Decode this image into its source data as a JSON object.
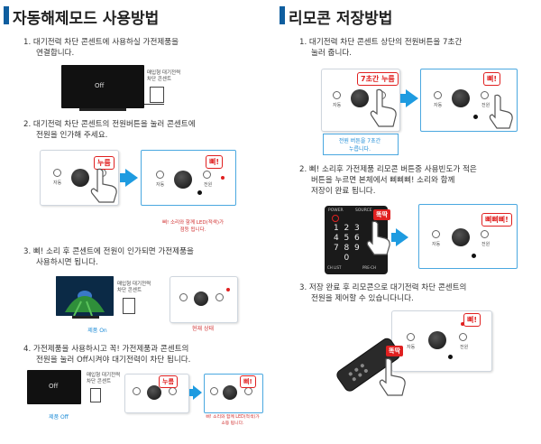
{
  "left": {
    "title": "자동해제모드 사용방법",
    "step1": {
      "line1": "1. 대기전력 차단 콘센트에 사용하실 가전제품을",
      "line2": "연결합니다.",
      "tv_text": "Off",
      "label_l1": "매입형 대기전력",
      "label_l2": "차단 콘센트"
    },
    "step2": {
      "line1": "2. 대기전력 차단 콘센트의 전원버튼을 눌러 콘센트에",
      "line2": "전원을 인가해 주세요.",
      "bubble_press": "누름",
      "bubble_beep": "삐!",
      "cap_l1": "삐! 소리와 함께 LED(적색)가",
      "cap_l2": "점등 됩니다.",
      "lbl_auto": "자동",
      "lbl_power": "전원"
    },
    "step3": {
      "line1": "3. 삐! 소리 후 콘센트에 전원이 인가되면 가전제품을",
      "line2": "사용하시면 됩니다.",
      "label_l1": "매입형 대기전력",
      "label_l2": "차단 콘센트",
      "cap_product": "제품 On",
      "cap_state": "현재 상태"
    },
    "step4": {
      "line1": "4. 가전제품을 사용하시고 꼭! 가전제품과 콘센트의",
      "line2": "전원을 눌러 Off시켜야 대기전력이 차단 됩니다.",
      "tv_text": "Off",
      "label_l1": "매입형 대기전력",
      "label_l2": "차단 콘센트",
      "cap_product": "제품 Off",
      "bubble_press": "누름",
      "bubble_beep": "삐!",
      "cap_l1": "삐! 소리와 함께 LED(적색)가",
      "cap_l2": "소등 됩니다."
    }
  },
  "right": {
    "title": "리모콘 저장방법",
    "step1": {
      "line1": "1. 대기전력 차단 콘센트 상단의 전원버튼을 7초간",
      "line2": "눌러 줍니다.",
      "bubble_press": "7초간 누름",
      "bubble_beep": "삐!",
      "cap_l1": "전원 버튼을 7초간",
      "cap_l2": "누릅니다.",
      "lbl_auto": "자동",
      "lbl_power": "전원"
    },
    "step2": {
      "line1": "2. 삐! 소리후 가전제품 리모콘 버튼중 사용빈도가 적은",
      "line2": "버튼을 누르면 본체에서 삐삐삐! 소리와 함께",
      "line3": "저장이 완료 됩니다.",
      "bubble_click": "똑딱",
      "bubble_beep": "삐삐삐!",
      "remote_power": "POWER",
      "remote_source": "SOURCE",
      "remote_keys": [
        "1",
        "2",
        "3",
        "4",
        "5",
        "6",
        "7",
        "8",
        "9",
        "0"
      ],
      "remote_ch": "CH LIST",
      "remote_prech": "PRE-CH"
    },
    "step3": {
      "line1": "3. 저장 완료 후 리모콘으로 대기전력 차단 콘센트의",
      "line2": "전원을 제어할 수 있습니다니다.",
      "bubble_click": "똑딱",
      "bubble_beep": "삐!"
    }
  },
  "colors": {
    "accent_blue": "#1e9be0",
    "title_bar": "#0f5e9f",
    "alert_red": "#e02020"
  }
}
